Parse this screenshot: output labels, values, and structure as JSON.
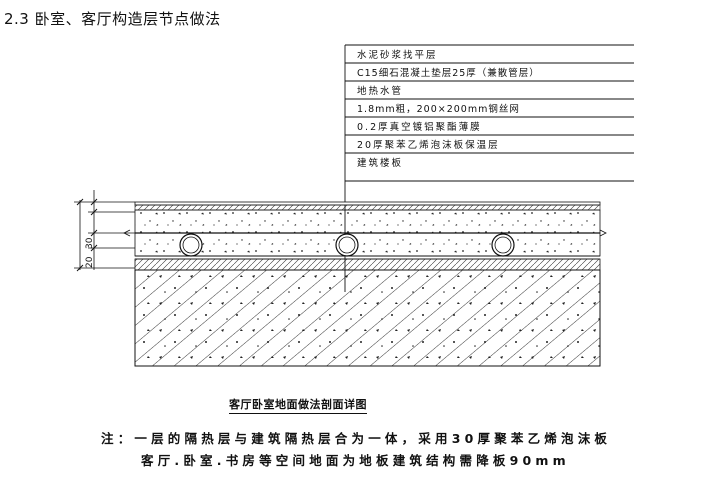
{
  "heading": "2.3 卧室、客厅构造层节点做法",
  "layers": [
    "水泥砂浆找平层",
    "C15细石混凝土垫层25厚（兼散管层）",
    "地热水管",
    "1.8mm粗，200×200mm钢丝网",
    "0.2厚真空镀铝聚酯薄膜",
    "20厚聚苯乙烯泡沫板保温层",
    "建筑楼板"
  ],
  "dimensions": {
    "left": "30",
    "right": "20"
  },
  "caption": "客厅卧室地面做法剖面详图",
  "note_line1": "注：一层的隔热层与建筑隔热层合为一体，采用30厚聚苯乙烯泡沫板",
  "note_line2": "客厅.卧室.书房等空间地面为地板建筑结构需降板90mm"
}
